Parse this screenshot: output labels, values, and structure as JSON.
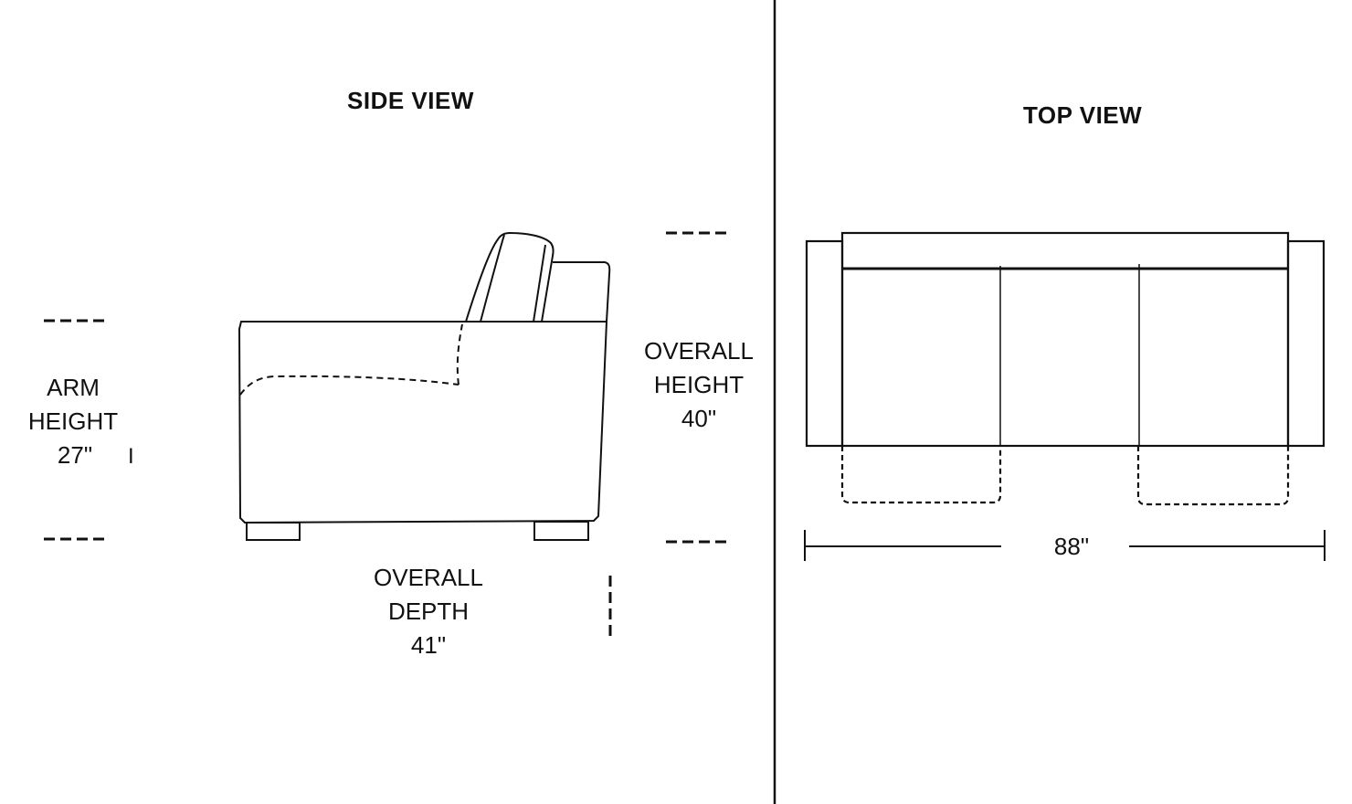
{
  "side_view": {
    "title": "SIDE VIEW",
    "arm_height": {
      "line1": "ARM",
      "line2": "HEIGHT",
      "value": "27\""
    },
    "stray_mark": "I",
    "overall_height": {
      "line1": "OVERALL",
      "line2": "HEIGHT",
      "value": "40\""
    },
    "overall_depth": {
      "line1": "OVERALL",
      "line2": "DEPTH",
      "value": "41\""
    }
  },
  "top_view": {
    "title": "TOP VIEW",
    "overall_width": "88\""
  },
  "colors": {
    "line": "#111111",
    "background": "#ffffff"
  }
}
